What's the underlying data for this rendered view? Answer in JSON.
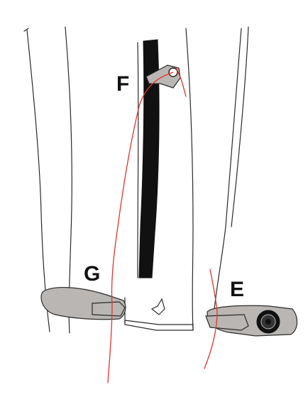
{
  "labels": {
    "f": "F",
    "g": "G",
    "e": "E"
  },
  "colors": {
    "outline": "#2a2a2a",
    "strap": "#111111",
    "thread": "#e0342b",
    "clip_fill": "#b9b6b3",
    "background": "#ffffff"
  }
}
